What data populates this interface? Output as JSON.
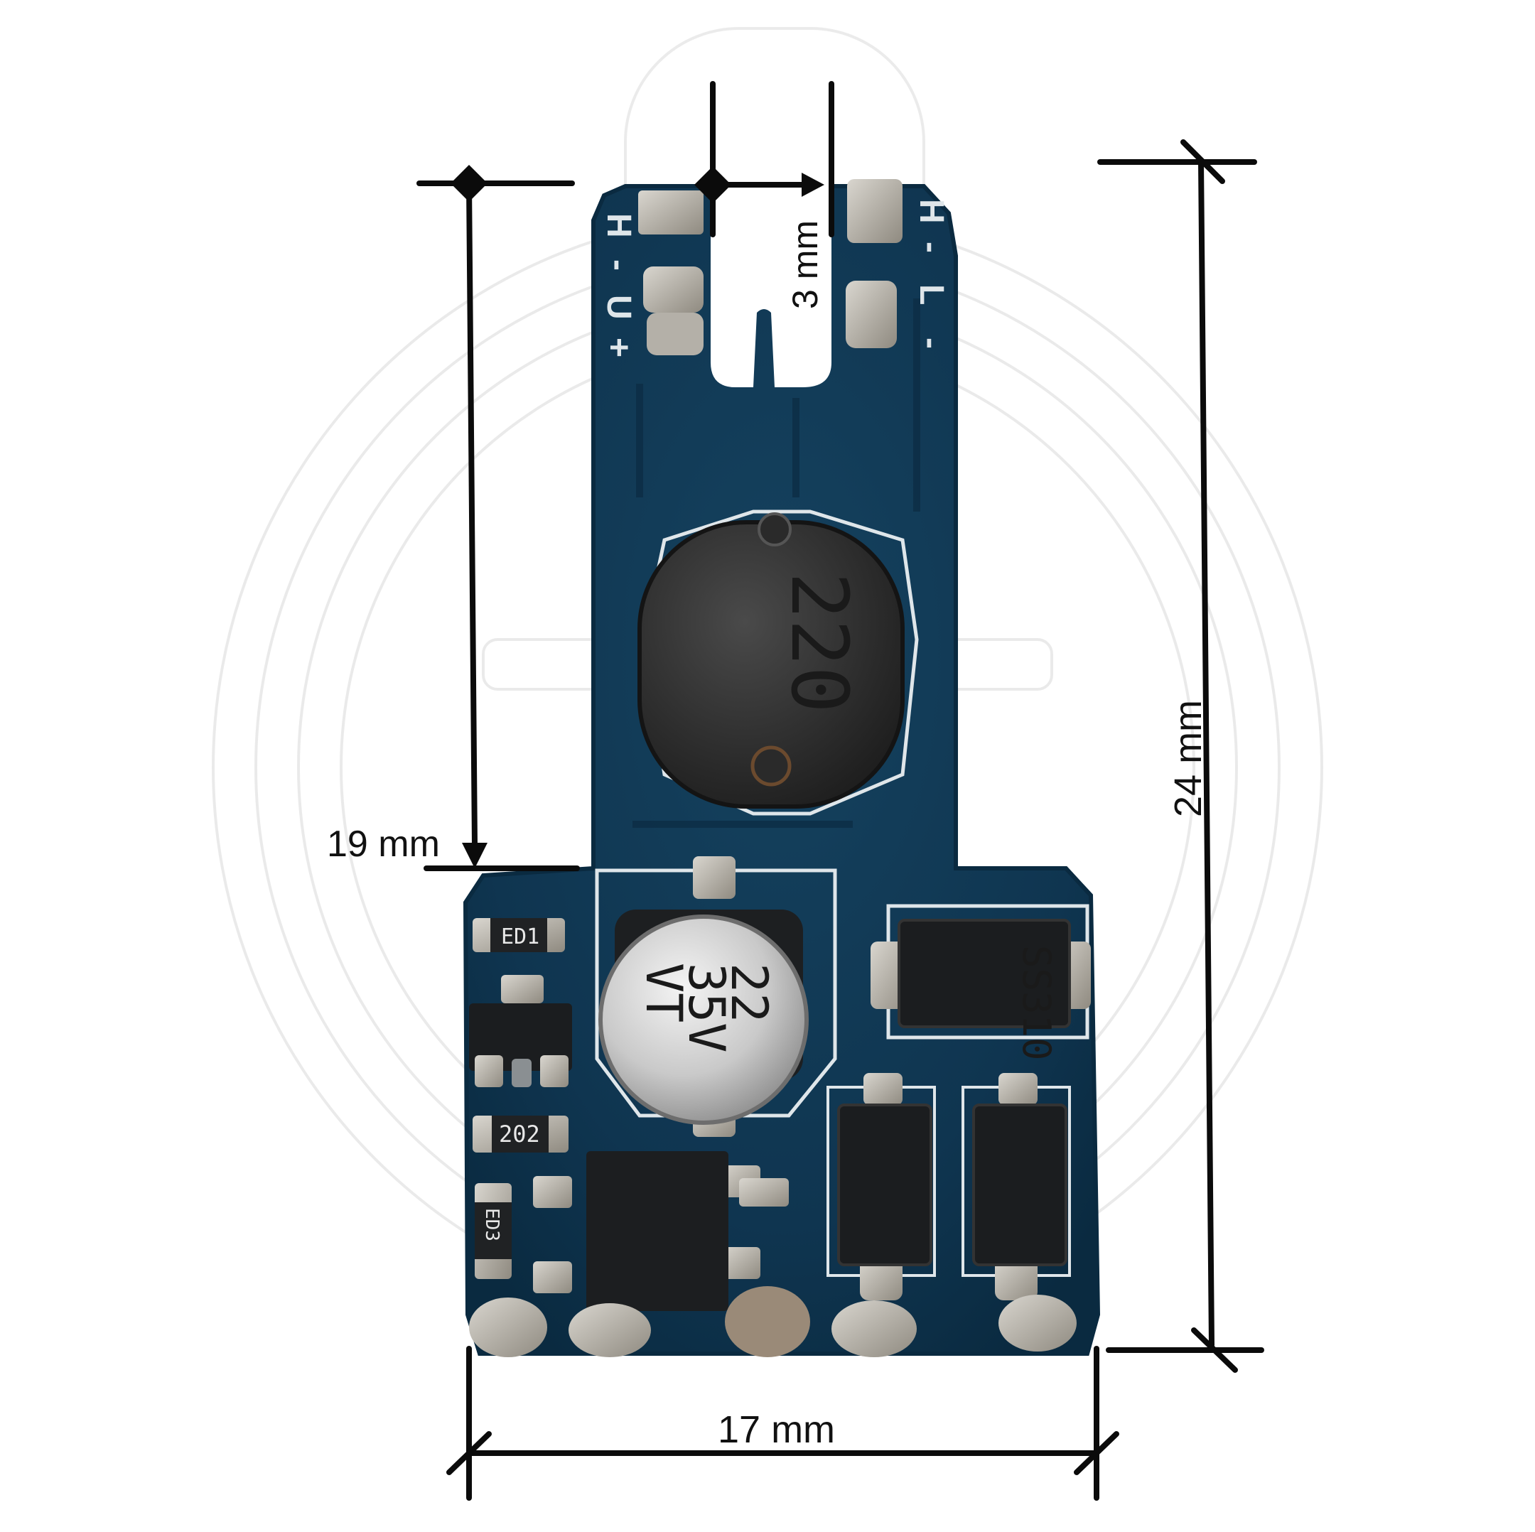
{
  "dimensions": {
    "top_gap": "3 mm",
    "upper_height": "19 mm",
    "total_height": "24 mm",
    "width": "17 mm"
  },
  "board": {
    "pad_labels": [
      "H",
      "-",
      "U",
      "+",
      "H",
      "-",
      "L",
      "-"
    ],
    "inductor_marking": "220",
    "capacitor_marking": [
      "22",
      "35V",
      "VT"
    ],
    "diode_marking": "SS310",
    "resistor_markings": [
      "ED1",
      "202",
      "ED3"
    ]
  },
  "colors": {
    "pcb": "#0f3550",
    "pcb_dark": "#0a2a40",
    "silkscreen": "#dfe6ea",
    "dimension_lines": "#0b0b0b",
    "solder": "#b7b4ad",
    "component_black": "#1b1d1f"
  }
}
